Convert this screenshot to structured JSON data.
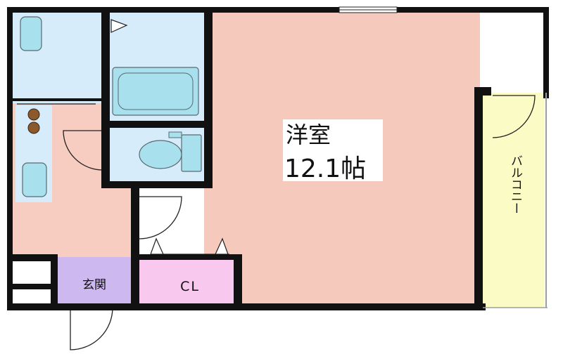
{
  "rooms": {
    "western_room": {
      "name": "洋室",
      "size": "12.1帖"
    },
    "balcony": "バルコニー",
    "entrance": "玄関",
    "closet": "CL"
  },
  "colors": {
    "western_room": "#f6c9bd",
    "kitchen": "#f7ccc1",
    "wet_area": "#d7ecfb",
    "fixture": "#a8e0ee",
    "balcony": "#fbfbc6",
    "entrance": "#cdb9f0",
    "closet": "#f8c8ef",
    "wall": "#111111",
    "stove": "#8a5a2d"
  }
}
